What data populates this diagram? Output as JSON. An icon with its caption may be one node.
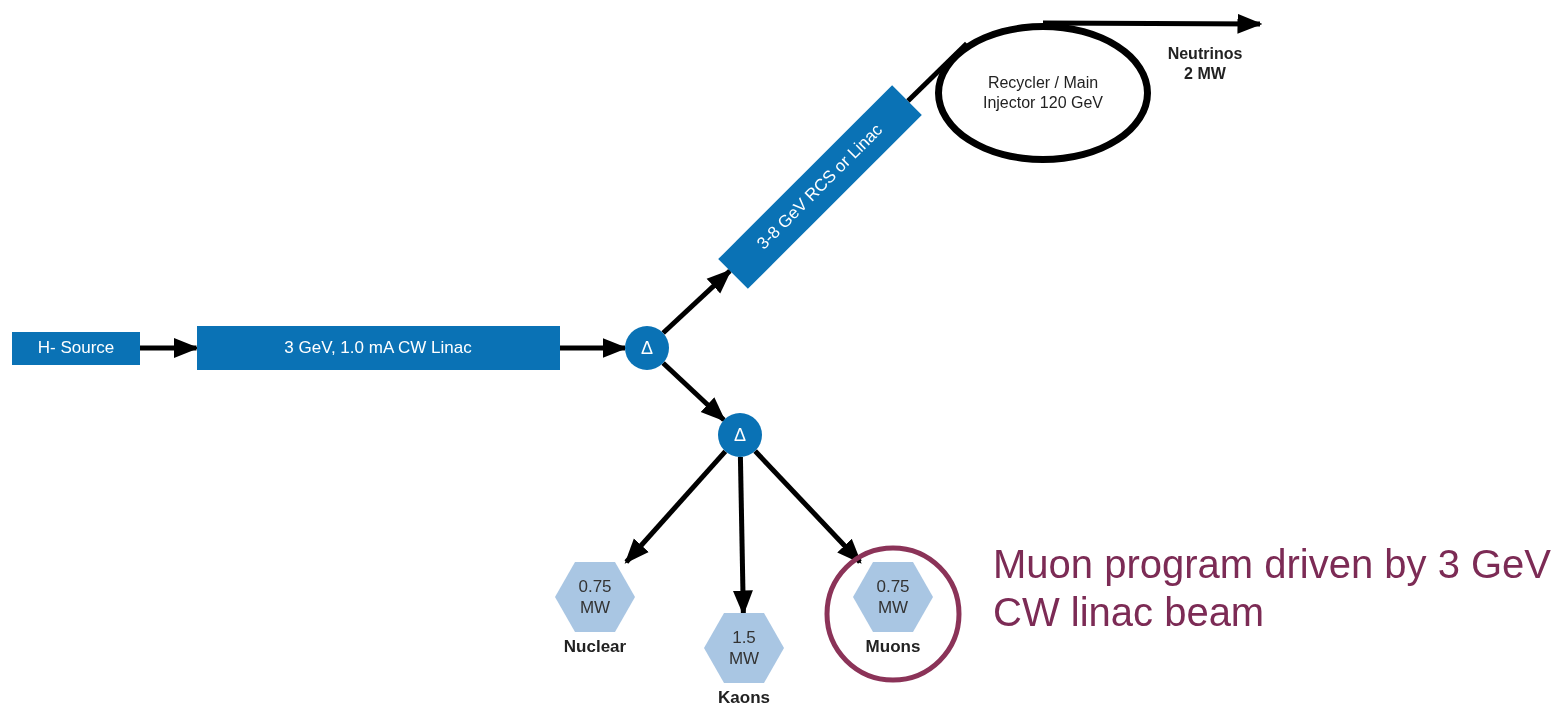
{
  "diagram": {
    "nodes": [
      {
        "text": [
          "H- Source"
        ]
      },
      {
        "text": [
          "3 GeV, 1.0 mA CW Linac"
        ]
      },
      {
        "text": [
          "Δ"
        ]
      },
      {
        "text": [
          "3-8 GeV RCS or Linac"
        ]
      },
      {
        "text": [
          "Recycler / Main Injector 120 GeV"
        ]
      },
      {
        "text": [
          "Neutrinos 2 MW"
        ]
      },
      {
        "text": [
          "Δ"
        ]
      },
      {
        "text": [
          "0.75 MW"
        ],
        "beside": [
          "Nuclear"
        ]
      },
      {
        "text": [
          "1.5 MW"
        ],
        "beside": [
          "Kaons"
        ]
      },
      {
        "text": [
          "0.75 MW"
        ],
        "beside": [
          "Muons"
        ]
      }
    ],
    "edges": [
      {
        "from": 0,
        "to": 1,
        "arrow": "to"
      },
      {
        "from": 1,
        "to": 2,
        "arrow": "to"
      },
      {
        "from": 2,
        "to": 3,
        "arrow": "to"
      },
      {
        "from": 2,
        "to": 6,
        "arrow": "to"
      },
      {
        "from": 3,
        "to": 4,
        "arrow": "none"
      },
      {
        "from": 4,
        "to": 5,
        "arrow": "to"
      },
      {
        "from": 6,
        "to": 7,
        "arrow": "to"
      },
      {
        "from": 6,
        "to": 8,
        "arrow": "to"
      },
      {
        "from": 6,
        "to": 9,
        "arrow": "to"
      }
    ],
    "labels": [
      "Muon program driven by 3 GeV CW linac beam"
    ]
  }
}
